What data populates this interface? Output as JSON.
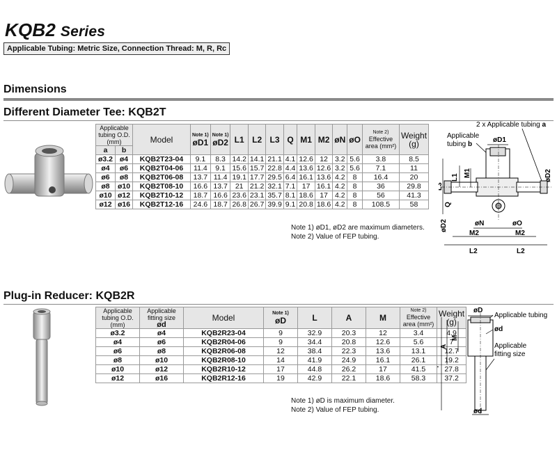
{
  "header": {
    "series_prefix": "KQB2",
    "series_suffix": "Series",
    "applicable": "Applicable Tubing: Metric Size, Connection Thread: M, R, Rc"
  },
  "dimensions_title": "Dimensions",
  "tee": {
    "title": "Different Diameter Tee: KQB2T",
    "headers": {
      "tubing": "Applicable tubing O.D. (mm)",
      "a": "a",
      "b": "b",
      "model": "Model",
      "note1": "Note 1)",
      "d1": "øD1",
      "d2": "øD2",
      "l1": "L1",
      "l2": "L2",
      "l3": "L3",
      "q": "Q",
      "m1": "M1",
      "m2": "M2",
      "n": "øN",
      "o": "øO",
      "note2": "Note 2)",
      "area": "Effective area (mm²)",
      "weight": "Weight (g)"
    },
    "rows": [
      [
        "ø3.2",
        "ø4",
        "KQB2T23-04",
        "9.1",
        "8.3",
        "14.2",
        "14.1",
        "21.1",
        "4.1",
        "12.6",
        "12",
        "3.2",
        "5.6",
        "3.8",
        "8.5"
      ],
      [
        "ø4",
        "ø6",
        "KQB2T04-06",
        "11.4",
        "9.1",
        "15.6",
        "15.7",
        "22.8",
        "4.4",
        "13.6",
        "12.6",
        "3.2",
        "5.6",
        "7.1",
        "11"
      ],
      [
        "ø6",
        "ø8",
        "KQB2T06-08",
        "13.7",
        "11.4",
        "19.1",
        "17.7",
        "29.5",
        "6.4",
        "16.1",
        "13.6",
        "4.2",
        "8",
        "16.4",
        "20"
      ],
      [
        "ø8",
        "ø10",
        "KQB2T08-10",
        "16.6",
        "13.7",
        "21",
        "21.2",
        "32.1",
        "7.1",
        "17",
        "16.1",
        "4.2",
        "8",
        "36",
        "29.8"
      ],
      [
        "ø10",
        "ø12",
        "KQB2T10-12",
        "18.7",
        "16.6",
        "23.6",
        "23.1",
        "35.7",
        "8.1",
        "18.6",
        "17",
        "4.2",
        "8",
        "56",
        "41.3"
      ],
      [
        "ø12",
        "ø16",
        "KQB2T12-16",
        "24.6",
        "18.7",
        "26.8",
        "26.7",
        "39.9",
        "9.1",
        "20.8",
        "18.6",
        "4.2",
        "8",
        "108.5",
        "58"
      ]
    ],
    "notes": [
      "Note 1) øD1, øD2 are maximum diameters.",
      "Note 2) Value of FEP tubing."
    ],
    "diagram": {
      "top_label_1": "2 x Applicable tubing",
      "top_label_1_var": "a",
      "tubing_b_1": "Applicable",
      "tubing_b_2": "tubing",
      "tubing_b_var": "b",
      "d1": "øD1",
      "m1": "M1",
      "l1": "L1",
      "l3": "L3",
      "q": "Q",
      "d2": "øD2",
      "n": "øN",
      "o": "øO",
      "m2": "M2",
      "l2": "L2"
    }
  },
  "reducer": {
    "title": "Plug-in Reducer: KQB2R",
    "headers": {
      "tubing": "Applicable tubing O.D. (mm)",
      "fitting": "Applicable fitting size",
      "fitting_var": "ød",
      "model": "Model",
      "note1": "Note 1)",
      "d": "øD",
      "l": "L",
      "a": "A",
      "m": "M",
      "note2": "Note 2)",
      "area": "Effective area (mm²)",
      "weight": "Weight (g)"
    },
    "rows": [
      [
        "ø3.2",
        "ø4",
        "KQB2R23-04",
        "9",
        "32.9",
        "20.3",
        "12",
        "3.4",
        "4.9"
      ],
      [
        "ø4",
        "ø6",
        "KQB2R04-06",
        "9",
        "34.4",
        "20.8",
        "12.6",
        "5.6",
        "7"
      ],
      [
        "ø6",
        "ø8",
        "KQB2R06-08",
        "12",
        "38.4",
        "22.3",
        "13.6",
        "13.1",
        "12.7"
      ],
      [
        "ø8",
        "ø10",
        "KQB2R08-10",
        "14",
        "41.9",
        "24.9",
        "16.1",
        "26.1",
        "19.2"
      ],
      [
        "ø10",
        "ø12",
        "KQB2R10-12",
        "17",
        "44.8",
        "26.2",
        "17",
        "41.5",
        "27.8"
      ],
      [
        "ø12",
        "ø16",
        "KQB2R12-16",
        "19",
        "42.9",
        "22.1",
        "18.6",
        "58.3",
        "37.2"
      ]
    ],
    "notes": [
      "Note 1) øD is maximum diameter.",
      "Note 2) Value of FEP tubing."
    ],
    "diagram": {
      "d_top": "øD",
      "applicable_tubing": "Applicable tubing",
      "m": "M",
      "a": "A",
      "l": "L",
      "fitting_1": "Applicable",
      "fitting_2": "fitting size",
      "d_small": "ød",
      "d_bottom": "ød"
    }
  }
}
